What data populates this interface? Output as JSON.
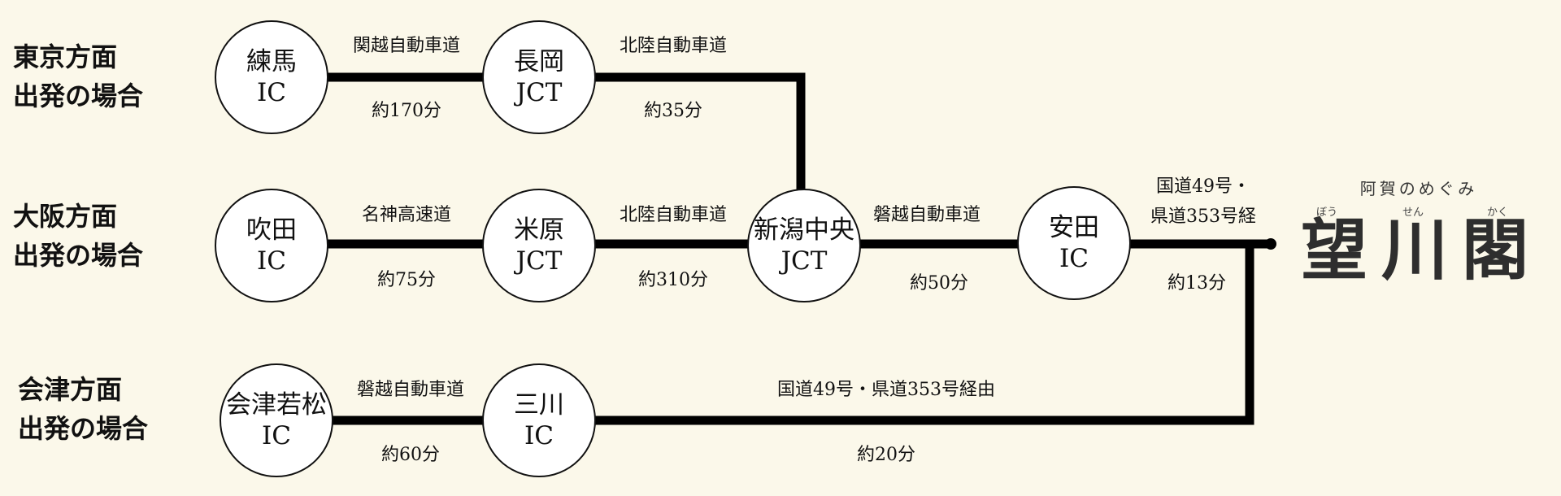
{
  "origins": {
    "tokyo": [
      "東京方面",
      "出発の場合"
    ],
    "osaka": [
      "大阪方面",
      "出発の場合"
    ],
    "aizu": [
      "会津方面",
      "出発の場合"
    ]
  },
  "nodes": {
    "nerima": [
      "練馬",
      "IC"
    ],
    "nagaoka": [
      "長岡",
      "JCT"
    ],
    "suita": [
      "吹田",
      "IC"
    ],
    "maibara": [
      "米原",
      "JCT"
    ],
    "niigata_chuo": [
      "新潟中央",
      "JCT"
    ],
    "yasuda": [
      "安田",
      "IC"
    ],
    "aizu_wakamatsu": [
      "会津若松",
      "IC"
    ],
    "mikawa": [
      "三川",
      "IC"
    ]
  },
  "segments": {
    "nerima_nagaoka": {
      "road": "関越自動車道",
      "time": "約170分"
    },
    "nagaoka_niigata": {
      "road": "北陸自動車道",
      "time": "約35分"
    },
    "suita_maibara": {
      "road": "名神高速道",
      "time": "約75分"
    },
    "maibara_niigata": {
      "road": "北陸自動車道",
      "time": "約310分"
    },
    "niigata_yasuda": {
      "road": "磐越自動車道",
      "time": "約50分"
    },
    "yasuda_dest": {
      "road": [
        "国道49号・",
        "県道353号経"
      ],
      "time": "約13分"
    },
    "aizu_mikawa": {
      "road": "磐越自動車道",
      "time": "約60分"
    },
    "mikawa_dest": {
      "road": "国道49号・県道353号経由",
      "time": "約20分"
    }
  },
  "destination": {
    "tagline": "阿賀のめぐみ",
    "name": [
      "望",
      "川",
      "閣"
    ],
    "ruby": [
      "ぼう",
      "せん",
      "かく"
    ]
  },
  "colors": {
    "background": "#fbf8ea",
    "line": "#000000",
    "node_fill": "#ffffff"
  }
}
